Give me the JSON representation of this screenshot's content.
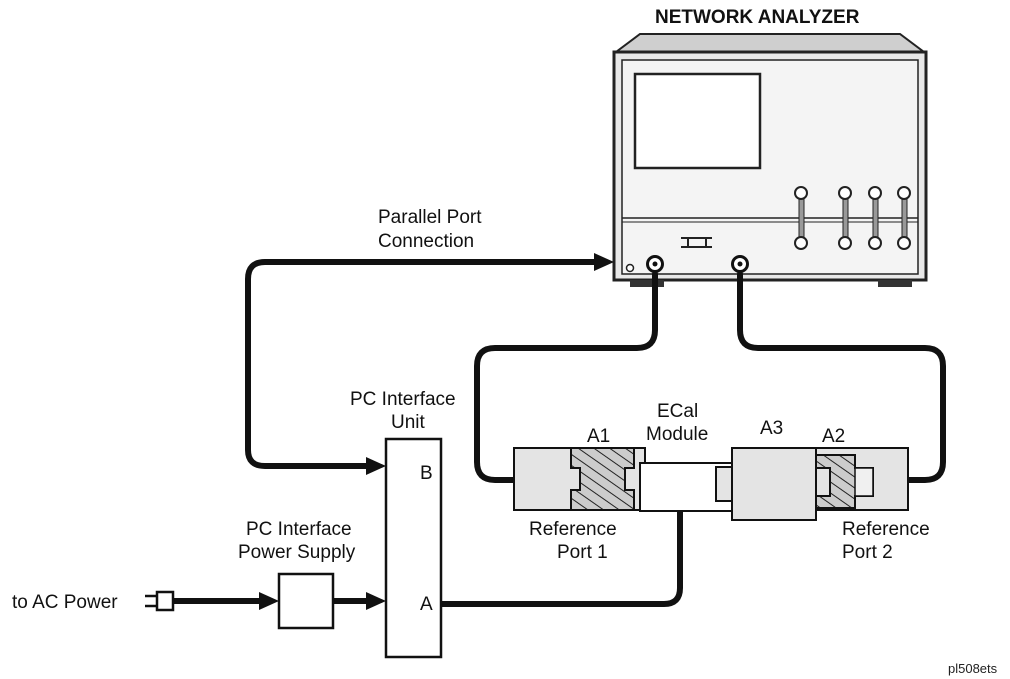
{
  "title": "NETWORK ANALYZER",
  "labels": {
    "parallel_port_1": "Parallel Port",
    "parallel_port_2": "Connection",
    "pc_interface_unit_1": "PC Interface",
    "pc_interface_unit_2": "Unit",
    "port_b": "B",
    "port_a": "A",
    "power_supply_1": "PC Interface",
    "power_supply_2": "Power Supply",
    "ac_power": "to AC Power",
    "ecal_1": "ECal",
    "ecal_2": "Module",
    "a1": "A1",
    "a2": "A2",
    "a3": "A3",
    "ref_port1_1": "Reference",
    "ref_port1_2": "Port 1",
    "ref_port2_1": "Reference",
    "ref_port2_2": "Port 2",
    "figure_id": "pl508ets"
  },
  "colors": {
    "line": "#111111",
    "module_fill": "#e4e4e4",
    "connector_fill": "#d0d0d0",
    "analyzer_body": "#e8e8e8",
    "analyzer_top": "#cfcfcf"
  }
}
